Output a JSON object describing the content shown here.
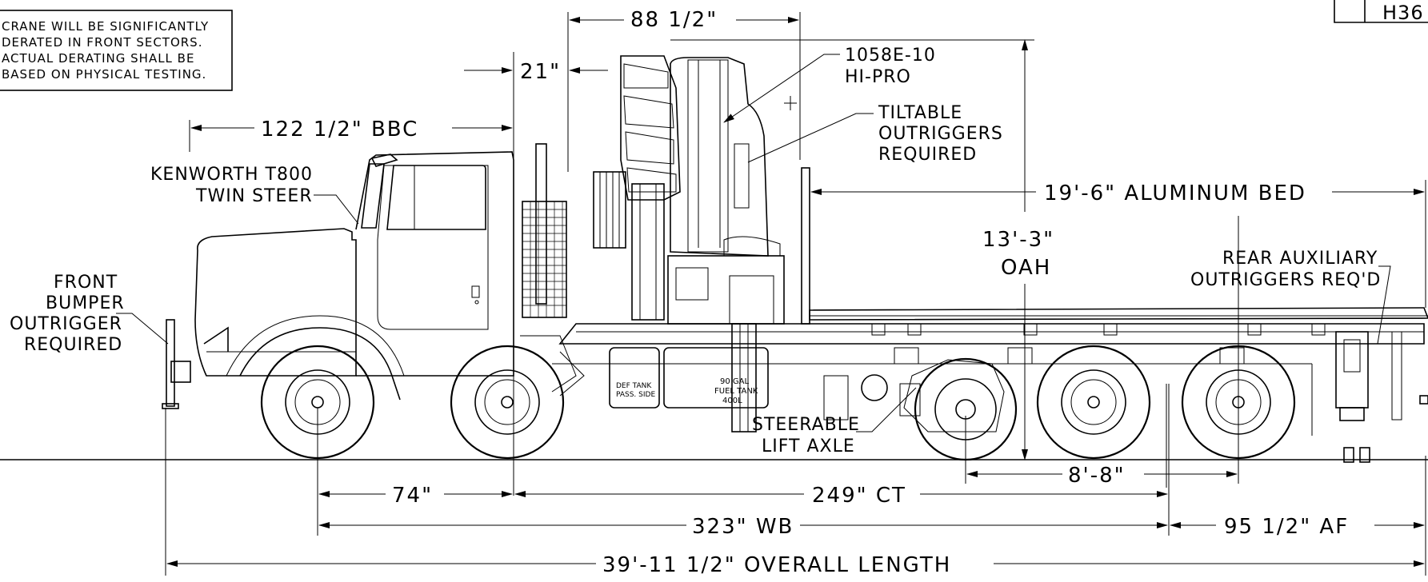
{
  "notes": {
    "derating_lines": [
      "CRANE WILL BE SIGNIFICANTLY",
      "DERATED IN FRONT SECTORS.",
      "ACTUAL DERATING SHALL BE",
      "BASED ON PHYSICAL TESTING."
    ],
    "title_block_code": "H36"
  },
  "callouts": {
    "truck_model": [
      "KENWORTH T800",
      "TWIN STEER"
    ],
    "front_outrigger": [
      "FRONT",
      "BUMPER",
      "OUTRIGGER",
      "REQUIRED"
    ],
    "crane_model": [
      "1058E-10",
      "HI-PRO"
    ],
    "tiltable_outriggers": [
      "TILTABLE",
      "OUTRIGGERS",
      "REQUIRED"
    ],
    "rear_outriggers": [
      "REAR AUXILIARY",
      "OUTRIGGERS REQ'D"
    ],
    "lift_axle": [
      "STEERABLE",
      "LIFT AXLE"
    ],
    "oah": [
      "13'-3\"",
      "OAH"
    ]
  },
  "tank_labels": {
    "def_tank": [
      "DEF TANK",
      "PASS. SIDE"
    ],
    "fuel_tank": [
      "90 GAL",
      "FUEL TANK",
      "400L"
    ]
  },
  "dimensions": {
    "crane_width": "88 1/2\"",
    "crane_offset": "21\"",
    "bbc": "122 1/2\" BBC",
    "bed": "19'-6\" ALUMINUM BED",
    "front_axle_spread": "74\"",
    "ct": "249\" CT",
    "rear_axle_spread": "8'-8\"",
    "wb": "323\" WB",
    "af": "95 1/2\" AF",
    "overall": "39'-11 1/2\" OVERALL LENGTH"
  }
}
